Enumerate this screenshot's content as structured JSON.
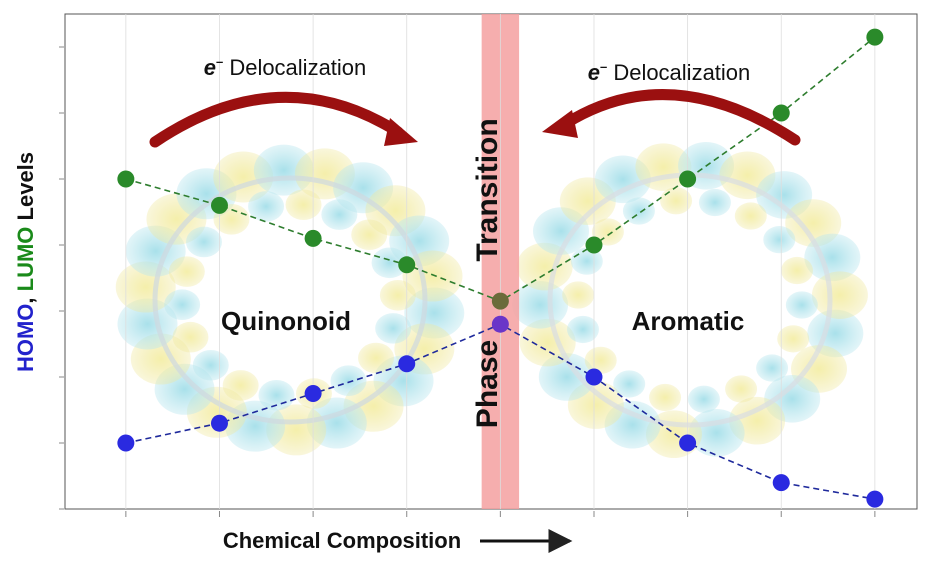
{
  "chart_data": {
    "type": "line",
    "xlabel": "Chemical Composition",
    "ylabel_parts": [
      {
        "text": "HOMO",
        "color": "#2222cc"
      },
      {
        "text": ", ",
        "color": "#111111"
      },
      {
        "text": "LUMO",
        "color": "#1a8a1a"
      },
      {
        "text": " Levels",
        "color": "#111111"
      }
    ],
    "x": [
      1,
      2,
      3,
      4,
      5,
      6,
      7,
      8,
      9
    ],
    "xlim": [
      0.35,
      9.45
    ],
    "ylim": [
      0,
      7.5
    ],
    "grid": false,
    "series": [
      {
        "name": "LUMO",
        "color": "#2a8a2a",
        "line_color": "#2e7d2e",
        "values": [
          5.0,
          4.6,
          4.1,
          3.7,
          3.15,
          4.0,
          5.0,
          6.0,
          7.15
        ],
        "point_colors": [
          "#2a8a2a",
          "#2a8a2a",
          "#2a8a2a",
          "#2a8a2a",
          "#6b6b3a",
          "#2a8a2a",
          "#2a8a2a",
          "#2a8a2a",
          "#2a8a2a"
        ]
      },
      {
        "name": "HOMO",
        "color": "#2a2ae0",
        "line_color": "#1f2a9c",
        "values": [
          1.0,
          1.3,
          1.75,
          2.2,
          2.8,
          2.0,
          1.0,
          0.4,
          0.15
        ],
        "point_colors": [
          "#2a2ae0",
          "#2a2ae0",
          "#2a2ae0",
          "#2a2ae0",
          "#6a35c8",
          "#2a2ae0",
          "#2a2ae0",
          "#2a2ae0",
          "#2a2ae0"
        ]
      }
    ],
    "transition_band": {
      "x_center": 5,
      "half_width": 0.2,
      "color": "#f4a0a0",
      "label_top": "Transition",
      "label_bottom": "Phase"
    },
    "annotations": {
      "left_delocalization": {
        "prefix": "e",
        "sup": "–",
        "text": " Delocalization"
      },
      "right_delocalization": {
        "prefix": "e",
        "sup": "–",
        "text": " Delocalization"
      },
      "left_region": "Quinonoid",
      "right_region": "Aromatic"
    },
    "arrow_color": "#9b1010"
  }
}
